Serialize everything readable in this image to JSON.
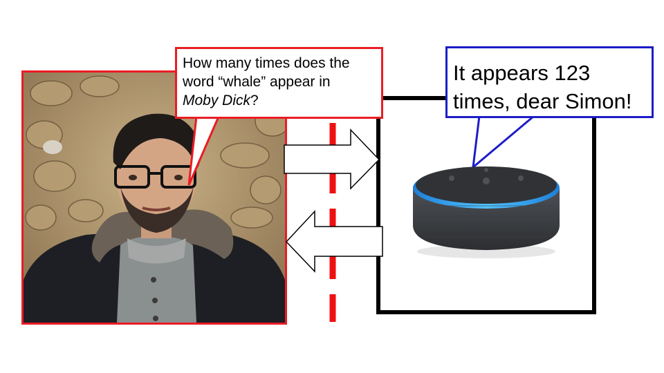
{
  "person_bubble": {
    "line1": "How many times does the",
    "line2": "word “whale” appear in",
    "book_title": "Moby Dick",
    "end": "?"
  },
  "device_bubble": {
    "line1": "It appears 123",
    "line2": "times, dear Simon!"
  },
  "colors": {
    "person_border": "#ea1c24",
    "device_bubble_border": "#1c1cc8",
    "boundary_line": "#ee1111",
    "device_box_border": "#000000"
  },
  "icons": {
    "person": "person-photo",
    "device": "smart-speaker-photo",
    "request_arrow": "right-arrow",
    "response_arrow": "left-arrow"
  }
}
